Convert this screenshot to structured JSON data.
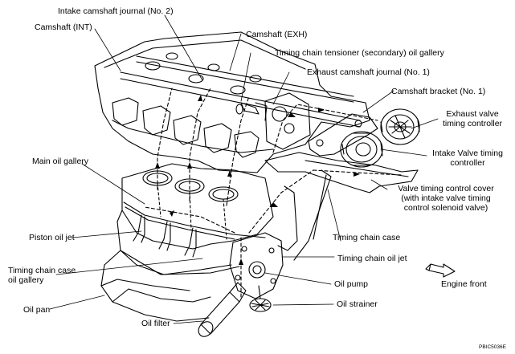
{
  "labels": {
    "intake_camshaft_journal": "Intake camshaft journal (No. 2)",
    "camshaft_int": "Camshaft (INT)",
    "camshaft_exh": "Camshaft (EXH)",
    "tensioner_gallery": "Timing chain tensioner (secondary) oil gallery",
    "exhaust_camshaft_journal": "Exhaust camshaft journal (No. 1)",
    "camshaft_bracket": "Camshaft bracket (No. 1)",
    "exhaust_vtc": "Exhaust valve timing controller",
    "intake_vtc": "Intake Valve timing controller",
    "main_oil_gallery": "Main oil gallery",
    "vtc_cover_line1": "Valve timing control cover",
    "vtc_cover_line2": "(with intake valve timing",
    "vtc_cover_line3": "control solenoid valve)",
    "timing_chain_case": "Timing chain case",
    "piston_oil_jet": "Piston oil jet",
    "timing_chain_oil_jet": "Timing chain oil jet",
    "tcc_gallery_line1": "Timing chain case",
    "tcc_gallery_line2": "oil gallery",
    "oil_pump": "Oil pump",
    "engine_front": "Engine front",
    "oil_pan": "Oil pan",
    "oil_strainer": "Oil strainer",
    "oil_filter": "Oil filter",
    "figure_code": "PBIC5036E"
  },
  "colors": {
    "ink": "#000000",
    "background": "#ffffff"
  },
  "icons": {
    "front_arrow": "engine-front-arrow-icon"
  }
}
